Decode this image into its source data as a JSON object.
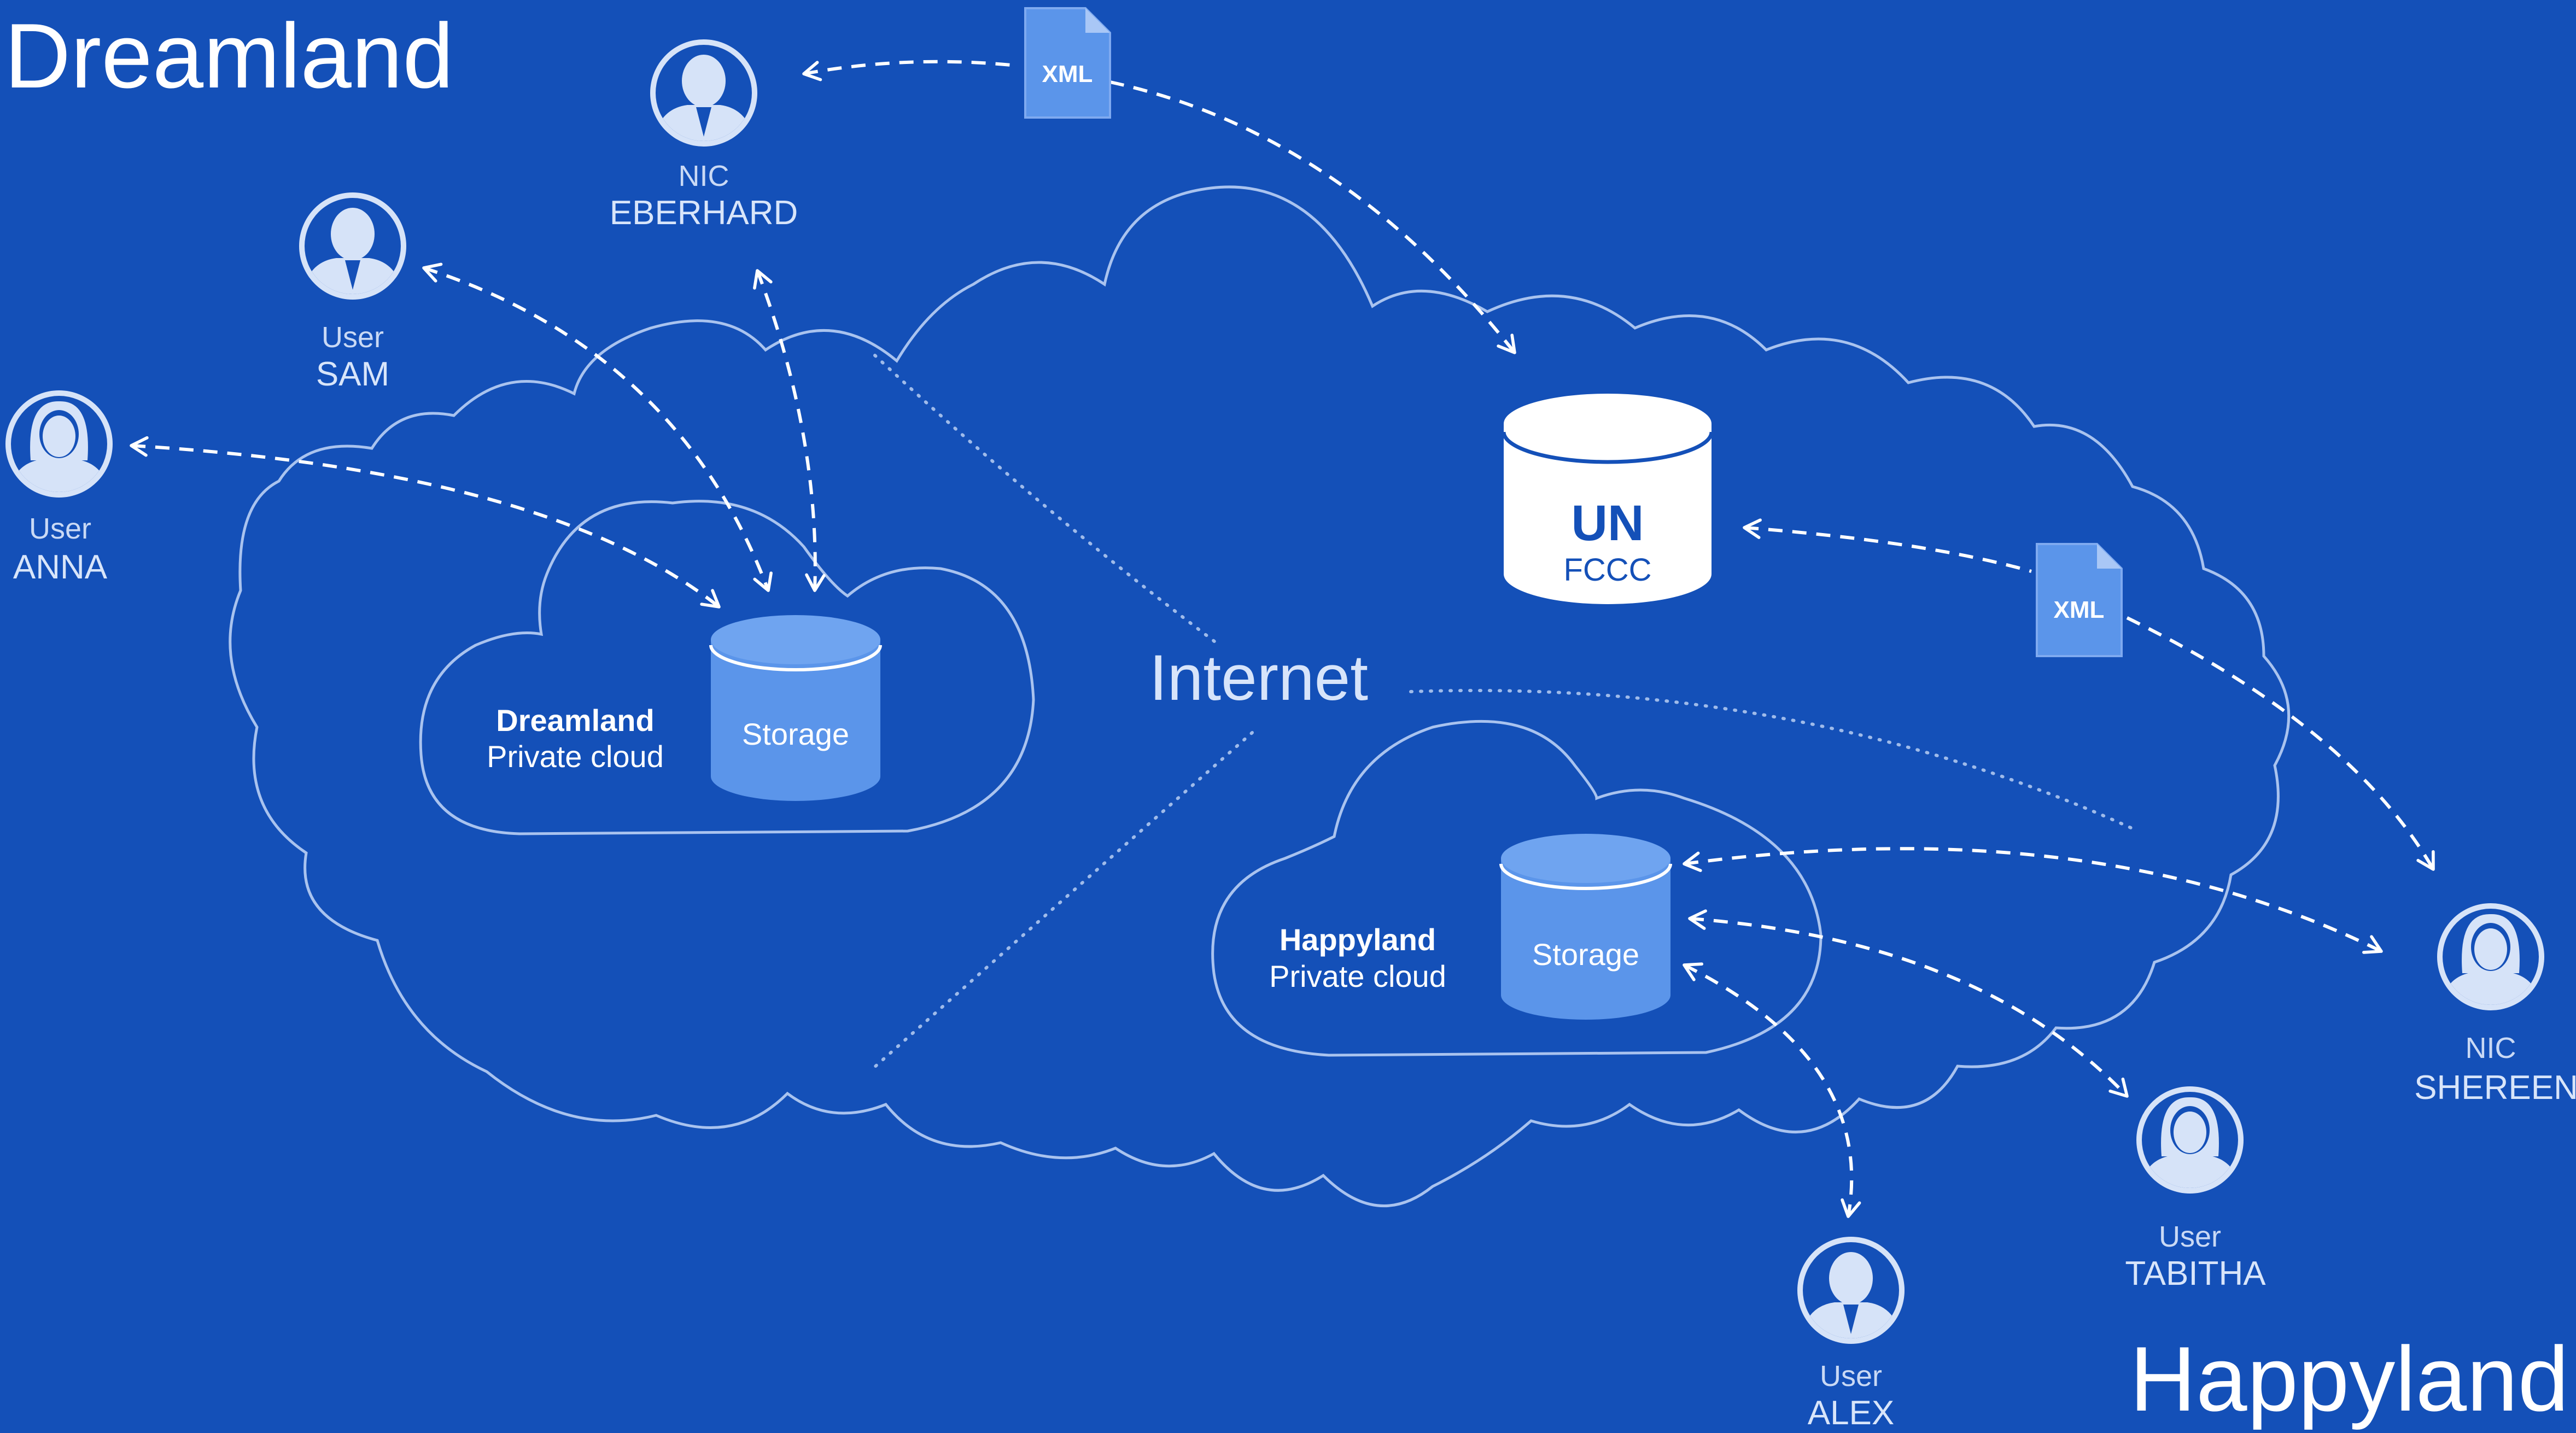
{
  "regions": {
    "top_left": "Dreamland",
    "bottom_right": "Happyland"
  },
  "internet_label": "Internet",
  "clouds": {
    "dreamland": {
      "name": "Dreamland",
      "subtitle": "Private cloud",
      "storage_label": "Storage"
    },
    "happyland": {
      "name": "Happyland",
      "subtitle": "Private cloud",
      "storage_label": "Storage"
    }
  },
  "un_database": {
    "title": "UN",
    "subtitle": "FCCC"
  },
  "xml_documents": [
    "XML",
    "XML"
  ],
  "people": [
    {
      "id": "eberhard",
      "role": "NIC",
      "name": "EBERHARD",
      "icon": "male-avatar-icon"
    },
    {
      "id": "sam",
      "role": "User",
      "name": "SAM",
      "icon": "male-avatar-icon"
    },
    {
      "id": "anna",
      "role": "User",
      "name": "ANNA",
      "icon": "female-avatar-icon"
    },
    {
      "id": "shereen",
      "role": "NIC",
      "name": "SHEREEN",
      "icon": "female-avatar-icon"
    },
    {
      "id": "tabitha",
      "role": "User",
      "name": "TABITHA",
      "icon": "female-avatar-icon"
    },
    {
      "id": "alex",
      "role": "User",
      "name": "ALEX",
      "icon": "male-avatar-icon"
    }
  ],
  "colors": {
    "background": "#1450b8",
    "storage": "#5b95ea",
    "line": "#ffffff",
    "cloud_outline": "#a9c3ef",
    "avatar": "#d6e3f8"
  }
}
